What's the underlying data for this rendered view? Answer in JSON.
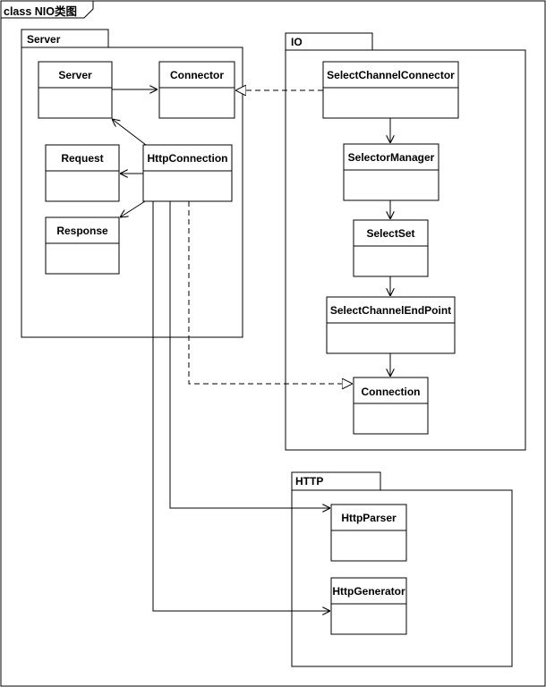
{
  "diagram": {
    "frame_title": "class NIO类图",
    "packages": {
      "server": {
        "label": "Server"
      },
      "io": {
        "label": "IO"
      },
      "http": {
        "label": "HTTP"
      }
    },
    "classes": {
      "server": "Server",
      "connector": "Connector",
      "request": "Request",
      "http_connection": "HttpConnection",
      "response": "Response",
      "select_channel_connector": "SelectChannelConnector",
      "selector_manager": "SelectorManager",
      "select_set": "SelectSet",
      "select_channel_end_point": "SelectChannelEndPoint",
      "connection": "Connection",
      "http_parser": "HttpParser",
      "http_generator": "HttpGenerator"
    }
  }
}
